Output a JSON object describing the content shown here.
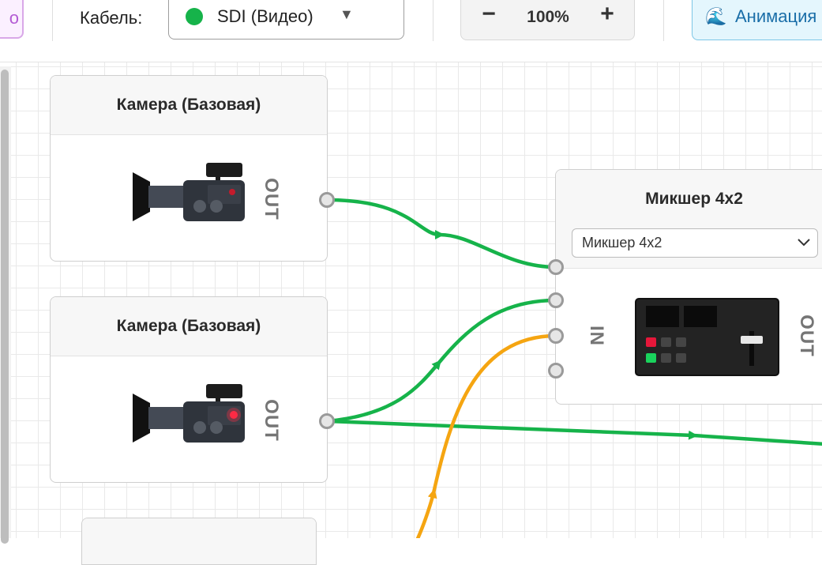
{
  "toolbar": {
    "left_button_label": "о",
    "cable_label": "Кабель:",
    "cable_select": {
      "value": "SDI (Видео)",
      "color": "#16b34a",
      "caret": "▼"
    },
    "zoom": {
      "minus": "−",
      "value": "100%",
      "plus": "+"
    },
    "animation_button": {
      "icon": "🌊",
      "label": "Анимация"
    }
  },
  "nodes": {
    "camera1": {
      "title": "Камера (Базовая)",
      "out_label": "OUT",
      "icon": "video-camera-icon"
    },
    "camera2": {
      "title": "Камера (Базовая)",
      "out_label": "OUT",
      "icon": "video-camera-icon",
      "tally": "on"
    },
    "mixer": {
      "title": "Микшер 4x2",
      "select_value": "Микшер 4x2",
      "in_label": "IN",
      "out_label": "OUT",
      "icon": "video-mixer-icon"
    }
  },
  "colors": {
    "sdi_wire": "#16b34a",
    "orange_wire": "#f5a511",
    "port": "#9a9a9a"
  }
}
